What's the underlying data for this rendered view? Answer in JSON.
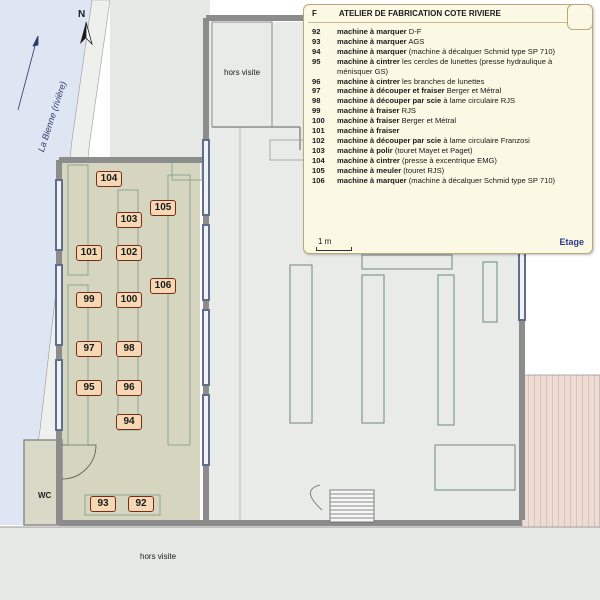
{
  "map": {
    "river_label": "La Bienne (rivière)",
    "north_label": "N",
    "outside_top": "hors visite",
    "outside_bottom": "hors visite",
    "wc_label": "WC",
    "machine_markers": [
      "104",
      "103",
      "105",
      "101",
      "102",
      "106",
      "99",
      "100",
      "97",
      "98",
      "95",
      "96",
      "94",
      "93",
      "92"
    ]
  },
  "legend": {
    "letter": "F",
    "title": "ATELIER DE FABRICATION COTE RIVIERE",
    "items": [
      {
        "num": "92",
        "bold": "machine à marquer",
        "rest": " D-F"
      },
      {
        "num": "93",
        "bold": "machine à marquer",
        "rest": " AGS"
      },
      {
        "num": "94",
        "bold": "machine à marquer",
        "rest": " (machine à décalquer Schmid type SP 710)"
      },
      {
        "num": "95",
        "bold": "machine à cintrer",
        "rest": " les cercles de lunettes (presse hydraulique à ménisquer GS)"
      },
      {
        "num": "96",
        "bold": "machine à cintrer",
        "rest": " les branches de lunettes"
      },
      {
        "num": "97",
        "bold": "machine à découper et fraiser",
        "rest": " Berger et Métral"
      },
      {
        "num": "98",
        "bold": "machine à découper par scie",
        "rest": " à lame circulaire RJS"
      },
      {
        "num": "99",
        "bold": "machine à fraiser",
        "rest": " RJS"
      },
      {
        "num": "100",
        "bold": "machine à fraiser",
        "rest": " Berger et Métral"
      },
      {
        "num": "101",
        "bold": "machine à fraiser",
        "rest": ""
      },
      {
        "num": "102",
        "bold": "machine à découper par scie",
        "rest": " à lame circulaire Franzosi"
      },
      {
        "num": "103",
        "bold": "machine à polir",
        "rest": " (touret Mayet et Paget)"
      },
      {
        "num": "104",
        "bold": "machine à cintrer",
        "rest": " (presse à excentrique EMG)"
      },
      {
        "num": "105",
        "bold": "machine à meuler",
        "rest": " (touret RJS)"
      },
      {
        "num": "106",
        "bold": "machine à marquer",
        "rest": " (machine à décalquer Schmid type SP 710)"
      }
    ],
    "scale_label": "1 m",
    "floor_label": "Etage"
  },
  "colors": {
    "river": "#dfe6f3",
    "workshop": "#d6d6c0",
    "floor": "#e9ebe9",
    "wall": "#8c8c8c",
    "window": "#5f6e8c",
    "machine_fill": "#f5d9b4",
    "machine_border": "#7a2a1a",
    "hatched_annex": "#eddcd3"
  },
  "icons": [
    "north-arrow-icon",
    "river-flow-arrow-icon",
    "staircase-icon",
    "door-swing-icon"
  ]
}
